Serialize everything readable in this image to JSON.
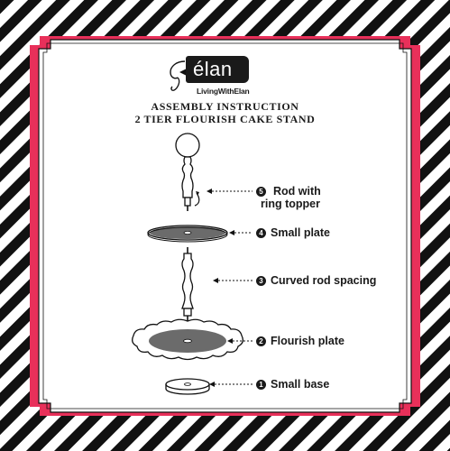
{
  "brand": {
    "logo_text": "élan",
    "tagline": "LivingWithElan"
  },
  "title": {
    "line1": "ASSEMBLY INSTRUCTION",
    "line2": "2 TIER FLOURISH CAKE STAND"
  },
  "steps": [
    {
      "number": "5",
      "label_line1": "Rod with",
      "label_line2": "ring topper"
    },
    {
      "number": "4",
      "label_line1": "Small plate"
    },
    {
      "number": "3",
      "label_line1": "Curved rod spacing"
    },
    {
      "number": "2",
      "label_line1": "Flourish plate"
    },
    {
      "number": "1",
      "label_line1": "Small base"
    }
  ],
  "colors": {
    "frame_pink": "#e8305a",
    "stripe_black": "#111111",
    "plate_fill": "#6b6b6b",
    "ink": "#1a1a1a"
  }
}
